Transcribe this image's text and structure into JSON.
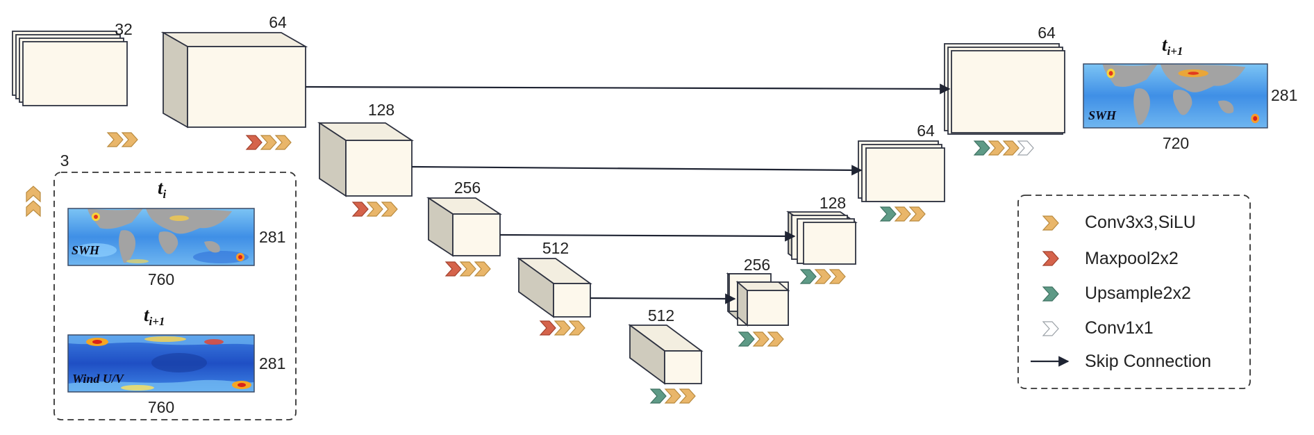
{
  "colors": {
    "conv": "#e9b66a",
    "maxpool": "#d5634b",
    "upsample": "#5e9a86",
    "conv1x1": "#ffffff"
  },
  "blocks": {
    "enc1": "32",
    "enc2": "64",
    "enc3": "128",
    "enc4": "256",
    "enc5": "512",
    "bottleneck": "512",
    "dec4": "256",
    "dec3": "128",
    "dec2": "64",
    "dec1": "64",
    "input_channels": "3"
  },
  "inputs": {
    "time_label": "t",
    "time_sub": "i",
    "next_time_label": "t",
    "next_time_sub": "i+1",
    "swh_name": "SWH",
    "wind_name": "Wind U/V",
    "height": "281",
    "width": "760"
  },
  "output": {
    "time_label": "t",
    "time_sub": "i+1",
    "name": "SWH",
    "height": "281",
    "width": "720"
  },
  "legend": {
    "conv": "Conv3x3,SiLU",
    "maxpool": "Maxpool2x2",
    "upsample": "Upsample2x2",
    "conv1x1": "Conv1x1",
    "skip": "Skip Connection"
  }
}
